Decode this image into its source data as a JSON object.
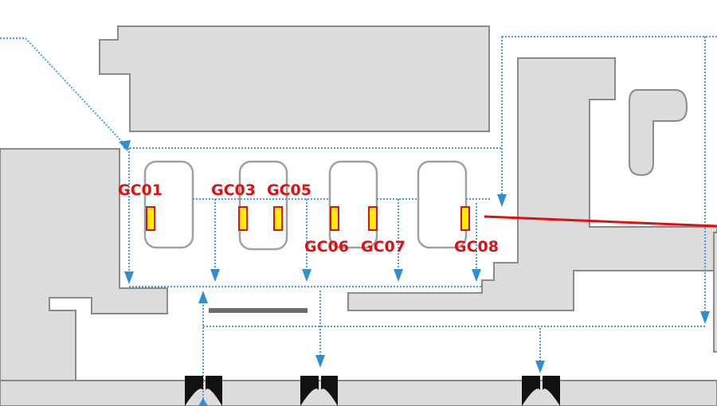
{
  "title": "",
  "colors": {
    "building_fill": "#dcdcdc",
    "building_outline": "#8a8a8a",
    "dotted_route": "#4a9fd6",
    "arrow_head": "#2f8fd0",
    "gate_label": "#e01010",
    "gate_marker_fill": "#ffee00",
    "gate_marker_outline": "#e01010",
    "solid_line": "#e01010",
    "gate_symbol": "#111111"
  },
  "gates": [
    {
      "id": "gc01",
      "label": "GC01"
    },
    {
      "id": "gc03",
      "label": "GC03"
    },
    {
      "id": "gc05",
      "label": "GC05"
    },
    {
      "id": "gc06",
      "label": "GC06"
    },
    {
      "id": "gc07",
      "label": "GC07"
    },
    {
      "id": "gc08",
      "label": "GC08"
    }
  ]
}
